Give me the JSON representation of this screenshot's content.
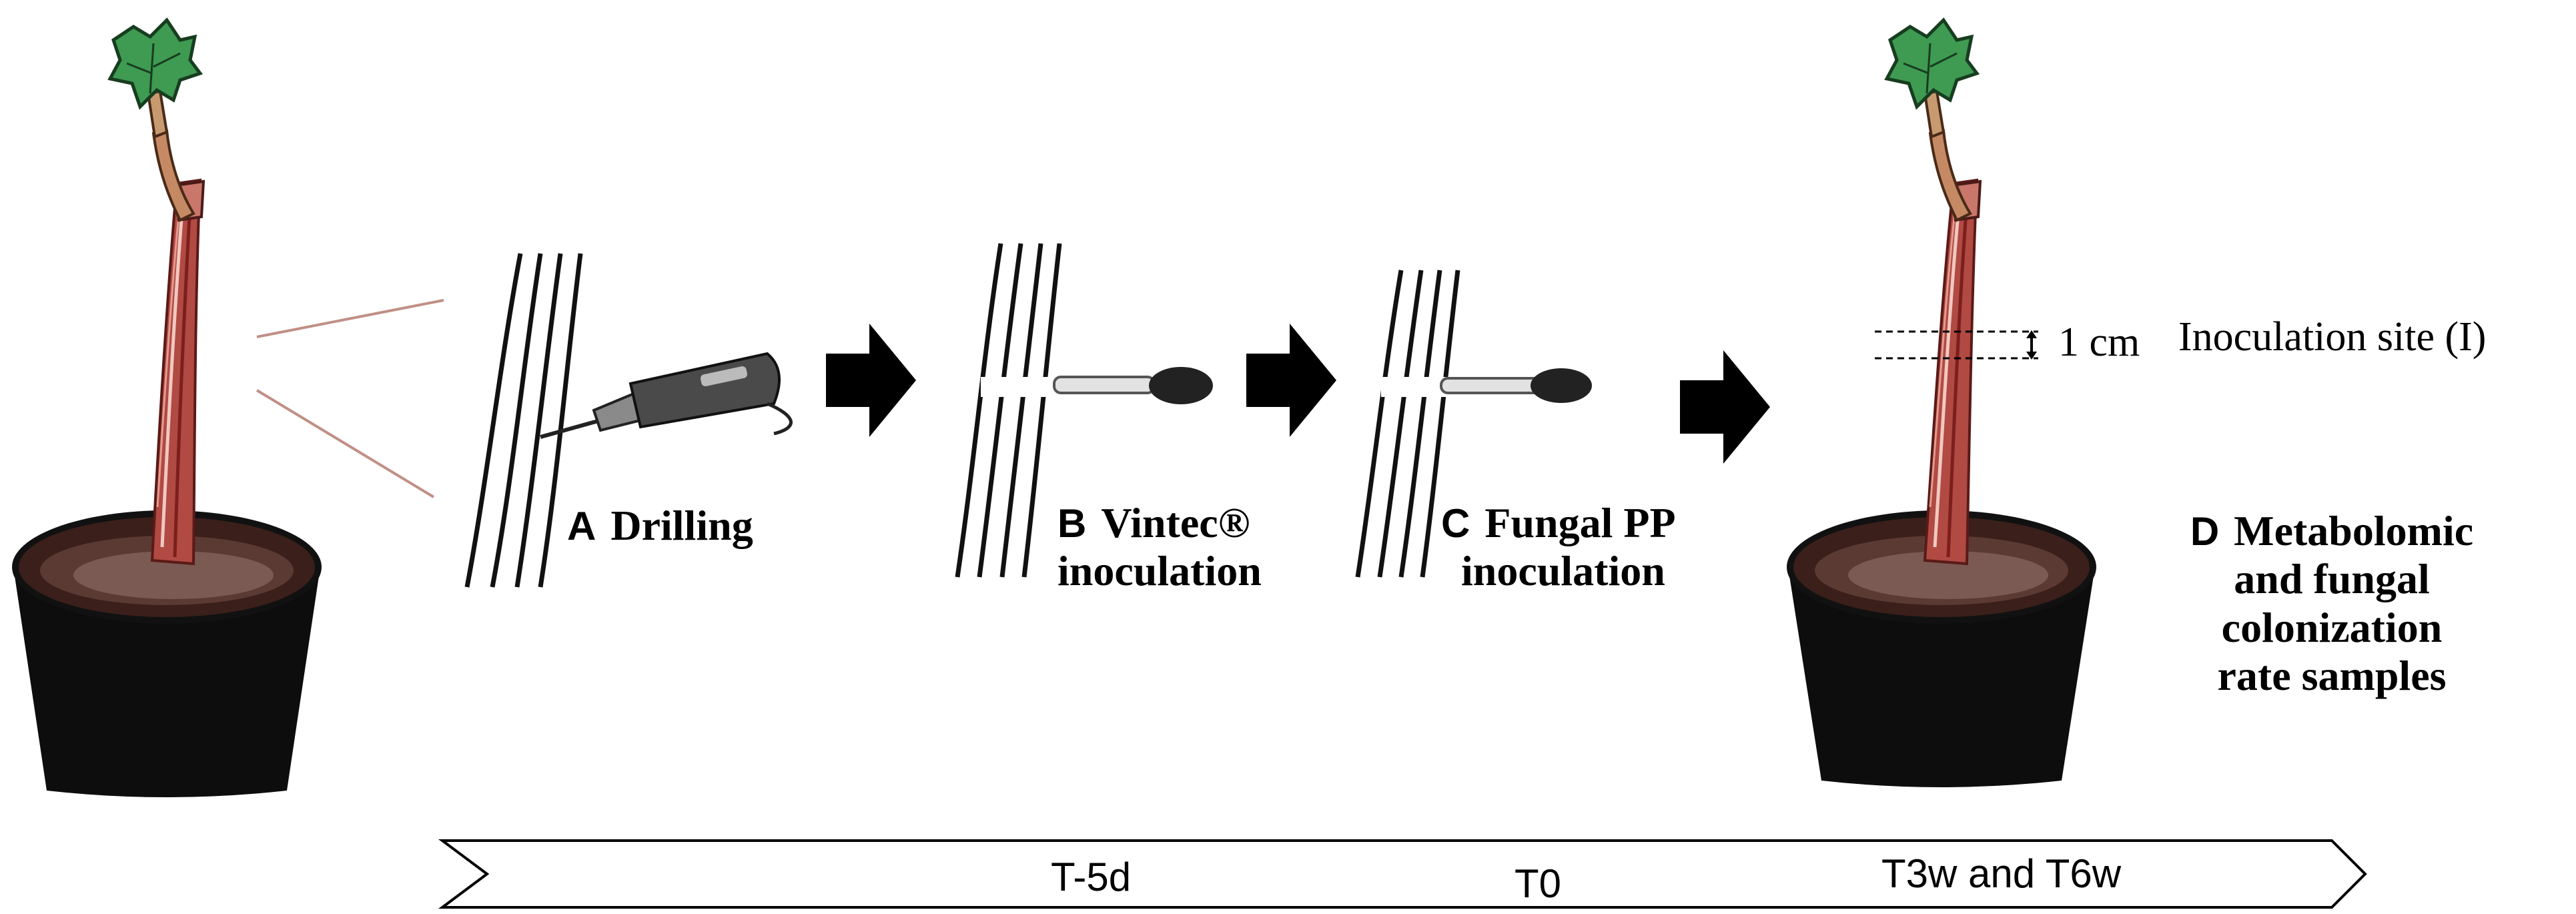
{
  "steps": [
    {
      "letter": "A",
      "lines": [
        "Drilling"
      ]
    },
    {
      "letter": "B",
      "lines": [
        "Vintec®",
        "inoculation"
      ]
    },
    {
      "letter": "C",
      "lines": [
        "Fungal PP",
        "inoculation"
      ]
    },
    {
      "letter": "D",
      "lines": [
        "Metabolomic",
        "and fungal",
        "colonization",
        "rate samples"
      ]
    }
  ],
  "annotation": {
    "measure": "1 cm",
    "label": "Inoculation site (I)"
  },
  "timeline": {
    "t1": "T-5d",
    "t2": "T0",
    "t3": "T3w and T6w"
  }
}
